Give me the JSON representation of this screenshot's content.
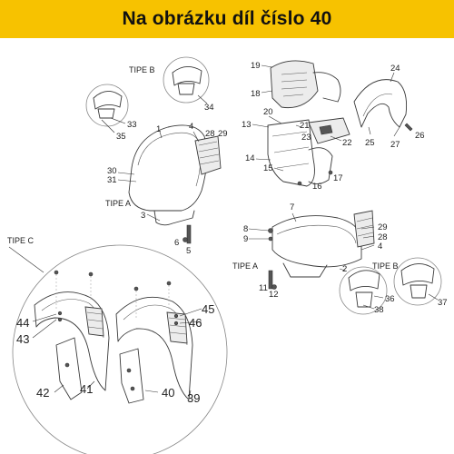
{
  "banner": {
    "title": "Na obrázku díl číslo 40",
    "color": "#f7c200"
  },
  "labels": {
    "tipe_a": "TIPE A",
    "tipe_b": "TIPE B",
    "tipe_c": "TIPE C"
  },
  "callouts": {
    "n1": "1",
    "n2": "2",
    "n3": "3",
    "n4": "4",
    "n5": "5",
    "n6": "6",
    "n7": "7",
    "n8": "8",
    "n9": "9",
    "n11": "11",
    "n12": "12",
    "n13": "13",
    "n14": "14",
    "n15": "15",
    "n16": "16",
    "n17": "17",
    "n18": "18",
    "n19": "19",
    "n20": "20",
    "n21": "21",
    "n22": "22",
    "n23": "23",
    "n24": "24",
    "n25": "25",
    "n26": "26",
    "n27": "27",
    "n28": "28",
    "n29": "29",
    "n30": "30",
    "n31": "31",
    "n33": "33",
    "n34": "34",
    "n35": "35",
    "n36": "36",
    "n37": "37",
    "n38": "38",
    "n39": "39",
    "n40": "40",
    "n41": "41",
    "n42": "42",
    "n43": "43",
    "n44": "44",
    "n45": "45",
    "n46": "46"
  }
}
